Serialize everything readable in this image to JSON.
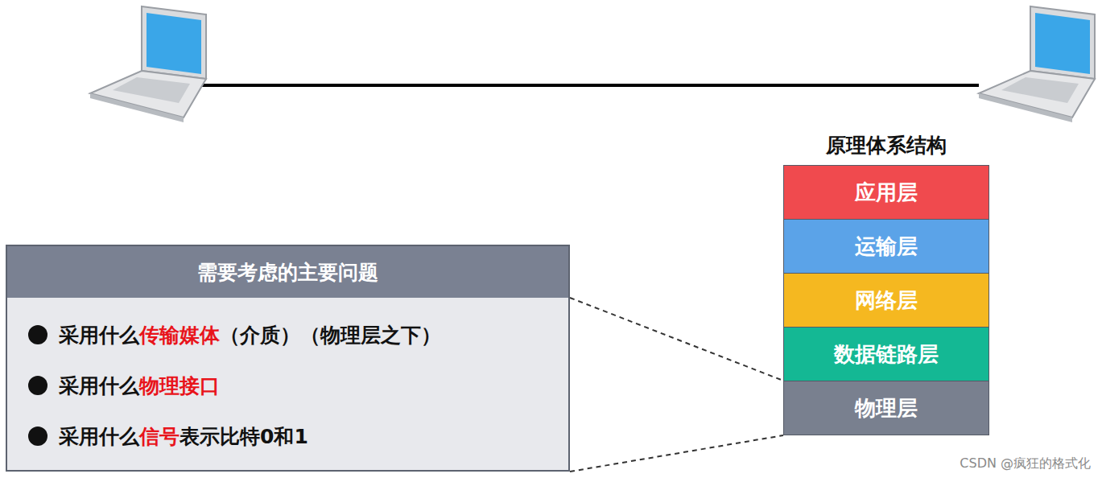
{
  "diagram": {
    "nodes": [
      {
        "text": [
          "原理体系结构"
        ]
      },
      {
        "text": [
          "应用层"
        ],
        "in": 0
      },
      {
        "text": [
          "运输层"
        ],
        "in": 0
      },
      {
        "text": [
          "网络层"
        ],
        "in": 0
      },
      {
        "text": [
          "数据链路层"
        ],
        "in": 0
      },
      {
        "text": [
          "物理层"
        ],
        "in": 0
      },
      {
        "text": [
          "需要考虑的主要问题",
          "采用什么",
          "传输媒体",
          "（介质）（物理层之下）",
          "采用什么",
          "物理接口",
          "采用什么",
          "信号",
          "表示比特0和1"
        ]
      }
    ],
    "edges": [
      {
        "from": 6,
        "to": 5,
        "arrow": "none"
      }
    ],
    "labels": [
      "CSDN @疯狂的格式化"
    ]
  }
}
